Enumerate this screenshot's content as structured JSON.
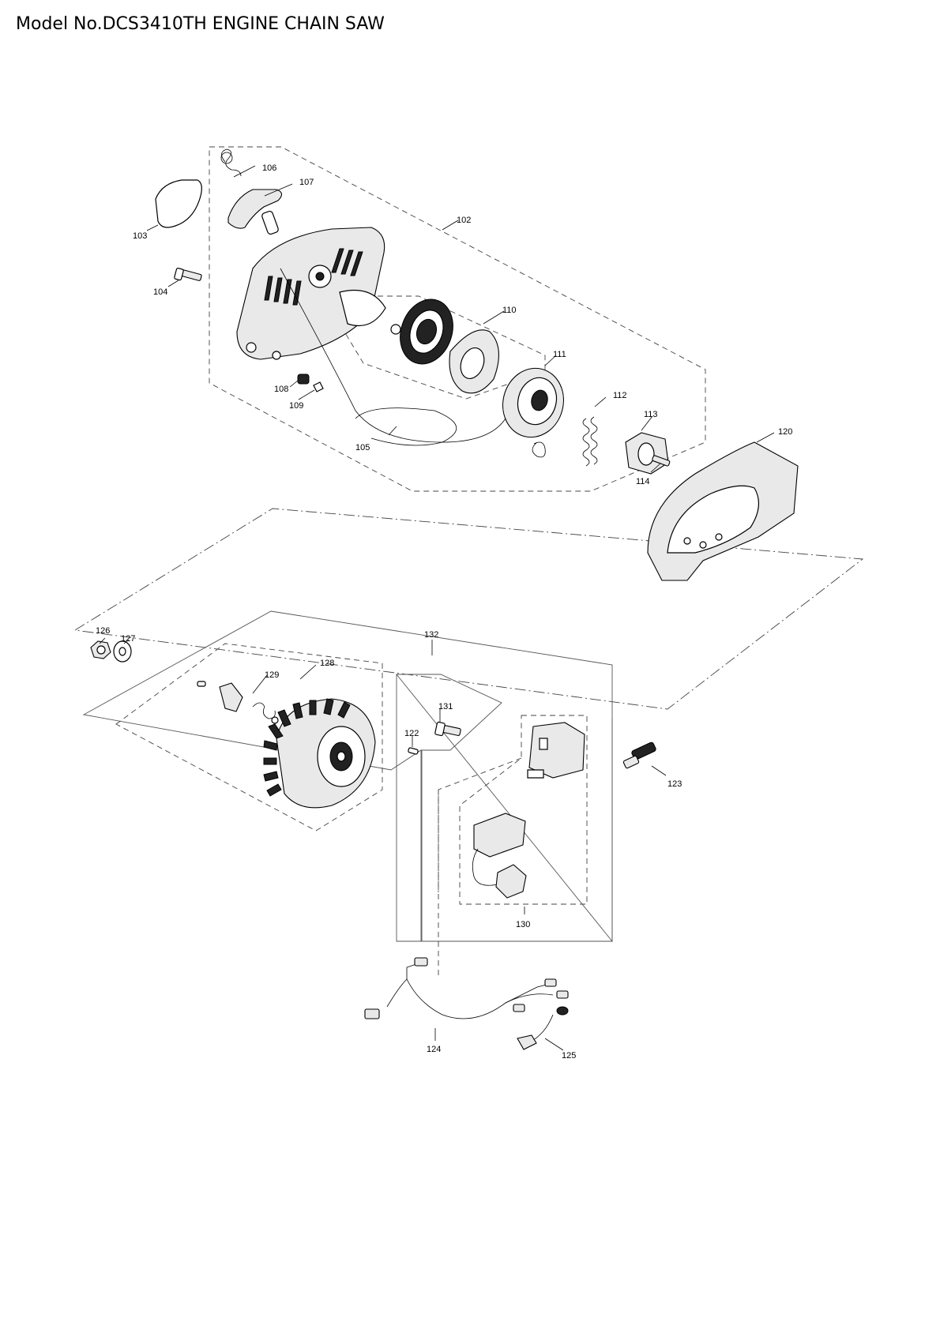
{
  "header": {
    "title": "Model No.DCS3410TH ENGINE CHAIN SAW"
  },
  "parts": [
    {
      "id": "102",
      "label": "102"
    },
    {
      "id": "103",
      "label": "103"
    },
    {
      "id": "104",
      "label": "104"
    },
    {
      "id": "105",
      "label": "105"
    },
    {
      "id": "106",
      "label": "106"
    },
    {
      "id": "107",
      "label": "107"
    },
    {
      "id": "108",
      "label": "108"
    },
    {
      "id": "109",
      "label": "109"
    },
    {
      "id": "110",
      "label": "110"
    },
    {
      "id": "111",
      "label": "111"
    },
    {
      "id": "112",
      "label": "112"
    },
    {
      "id": "113",
      "label": "113"
    },
    {
      "id": "114",
      "label": "114"
    },
    {
      "id": "120",
      "label": "120"
    },
    {
      "id": "122",
      "label": "122"
    },
    {
      "id": "123",
      "label": "123"
    },
    {
      "id": "124",
      "label": "124"
    },
    {
      "id": "125",
      "label": "125"
    },
    {
      "id": "126",
      "label": "126"
    },
    {
      "id": "127",
      "label": "127"
    },
    {
      "id": "128",
      "label": "128"
    },
    {
      "id": "129",
      "label": "129"
    },
    {
      "id": "130",
      "label": "130"
    },
    {
      "id": "131",
      "label": "131"
    },
    {
      "id": "132",
      "label": "132"
    }
  ]
}
